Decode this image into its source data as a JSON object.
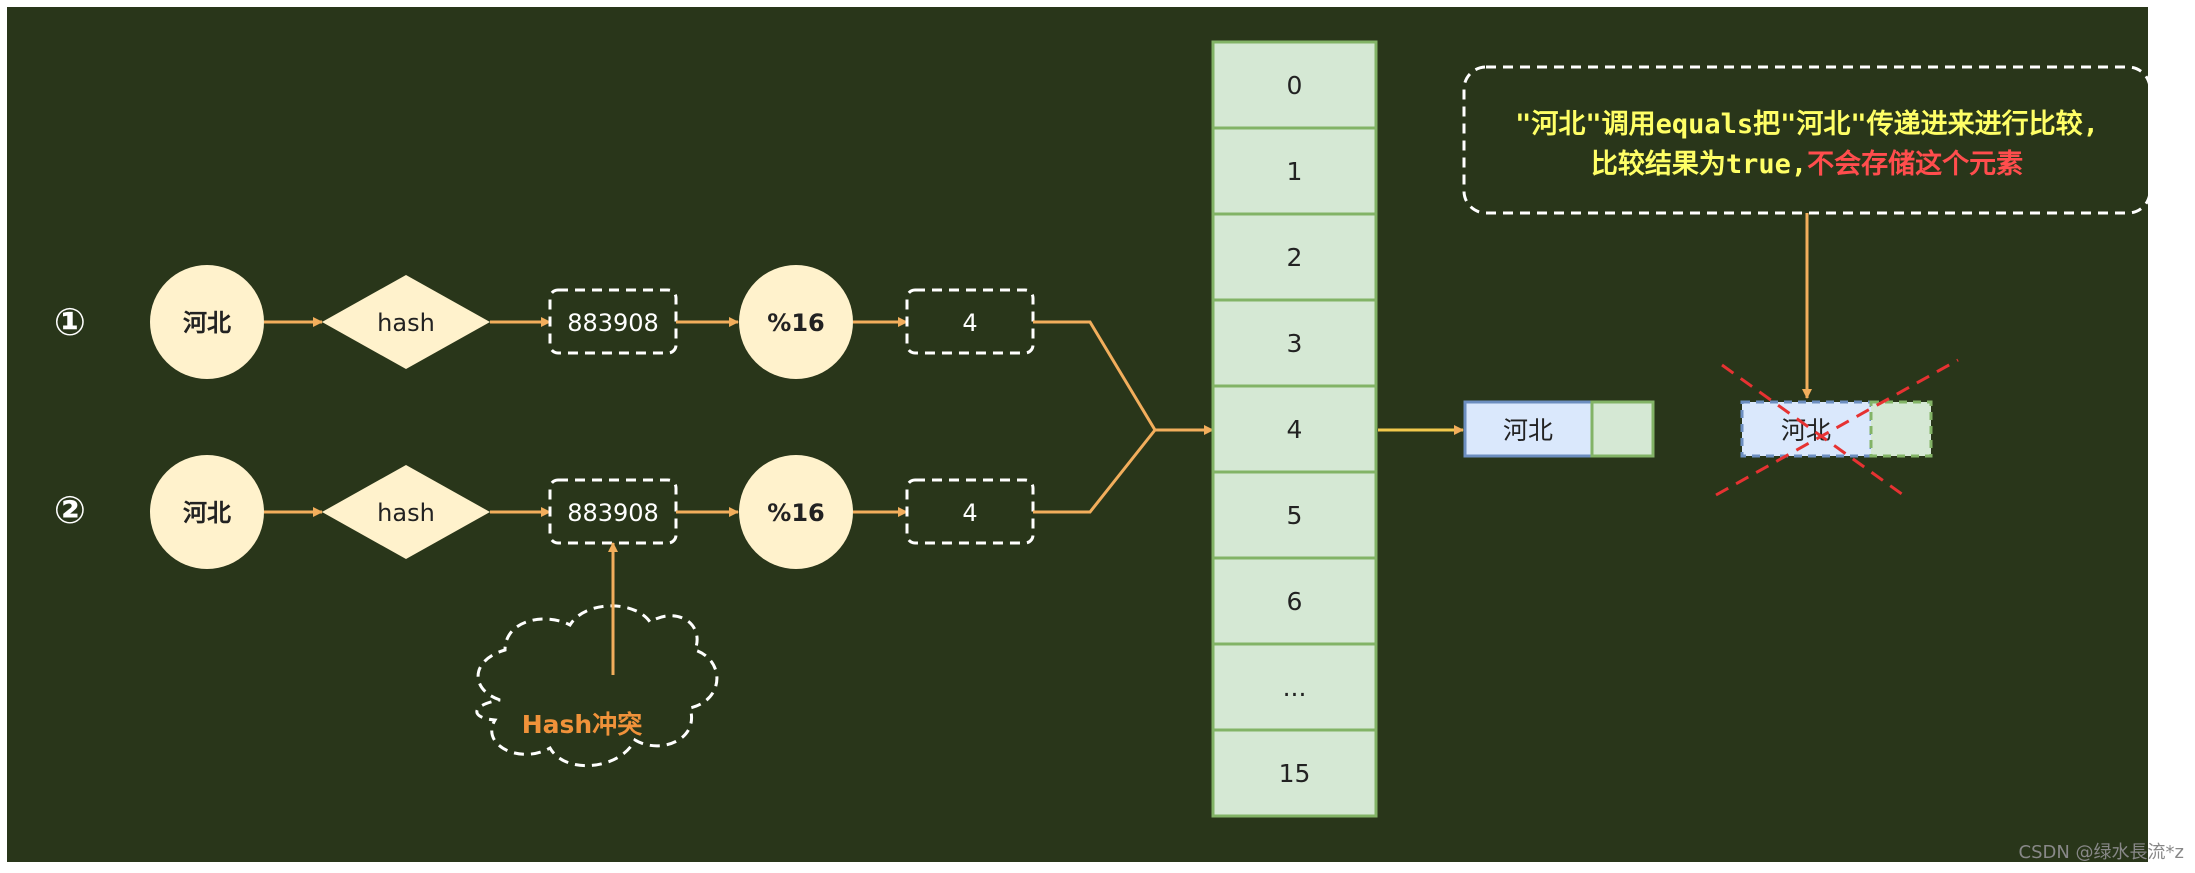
{
  "colors": {
    "background": "#29361a",
    "node_fill": "#fff2cc",
    "arrow": "#f2ae5c",
    "array_fill": "#d5e8d4",
    "array_stroke": "#82b366",
    "entry_fill": "#dae8fc",
    "entry_stroke": "#6c8ebf",
    "note_yellow": "#ffff66",
    "note_red": "#ff4d4d",
    "cross": "#e63232",
    "hash_conflict": "#f0923a"
  },
  "rows": [
    {
      "marker": "①",
      "key": "河北",
      "func": "hash",
      "hash_value": "883908",
      "mod": "%16",
      "index": "4"
    },
    {
      "marker": "②",
      "key": "河北",
      "func": "hash",
      "hash_value": "883908",
      "mod": "%16",
      "index": "4"
    }
  ],
  "hash_conflict_label": "Hash冲突",
  "array": {
    "slots": [
      "0",
      "1",
      "2",
      "3",
      "4",
      "5",
      "6",
      "...",
      "15"
    ]
  },
  "stored_entry": {
    "key": "河北"
  },
  "rejected_entry": {
    "key": "河北"
  },
  "note": {
    "line1": "\"河北\"调用equals把\"河北\"传递进来进行比较,",
    "line2_normal": "比较结果为true,",
    "line2_highlight": "不会存储这个元素"
  },
  "watermark": "CSDN @绿水長流*z"
}
